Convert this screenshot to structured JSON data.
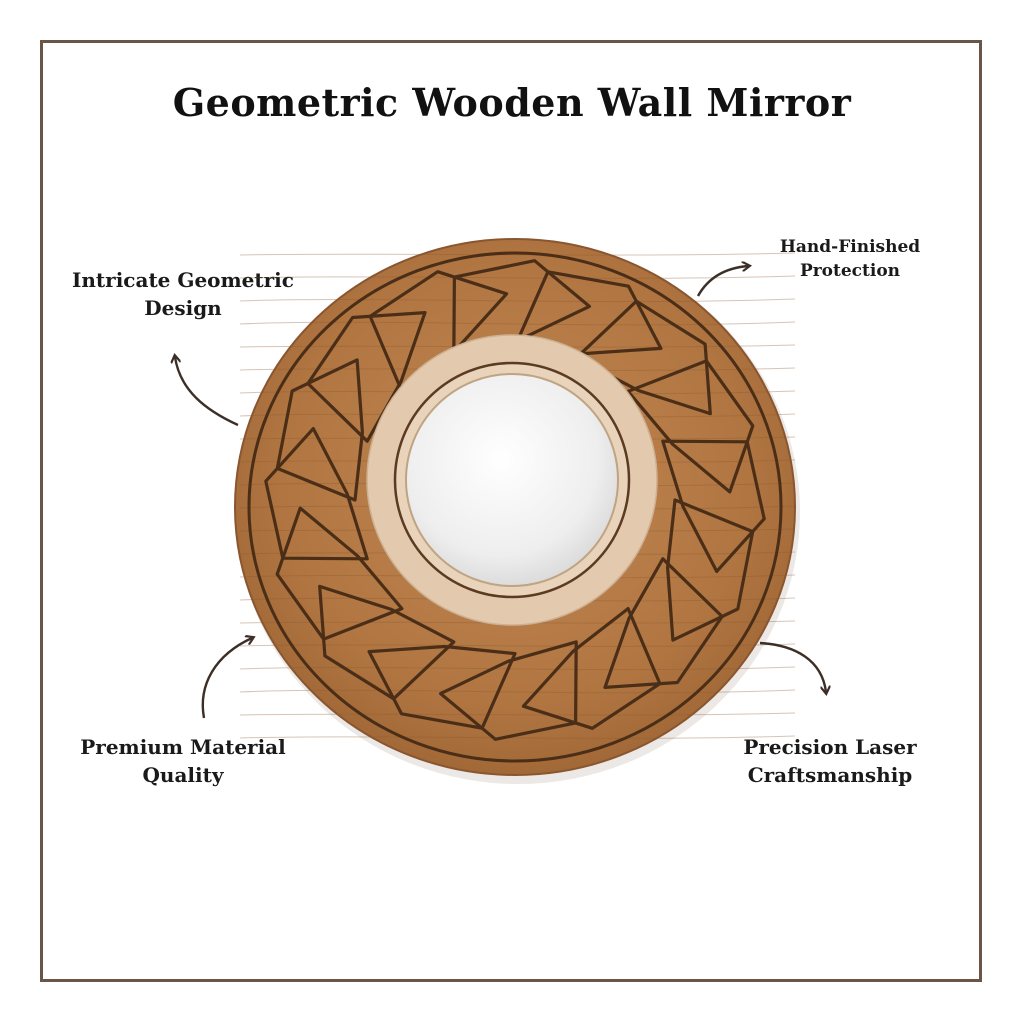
{
  "title": "Geometric Wooden Wall Mirror",
  "callouts": {
    "top_left": [
      "Intricate Geometric",
      "Design"
    ],
    "top_right": [
      "Hand-Finished",
      "Protection"
    ],
    "bottom_left": [
      "Premium Material",
      "Quality"
    ],
    "bottom_right": [
      "Precision Laser",
      "Craftsmanship"
    ]
  },
  "colors": {
    "frame_border": "#6b5546",
    "wood": "#b77c45",
    "engraving": "#4a2e17",
    "inner_ring": "#e3c9ad",
    "mirror": "#f2f2f2",
    "arrow": "#3b2f27"
  }
}
